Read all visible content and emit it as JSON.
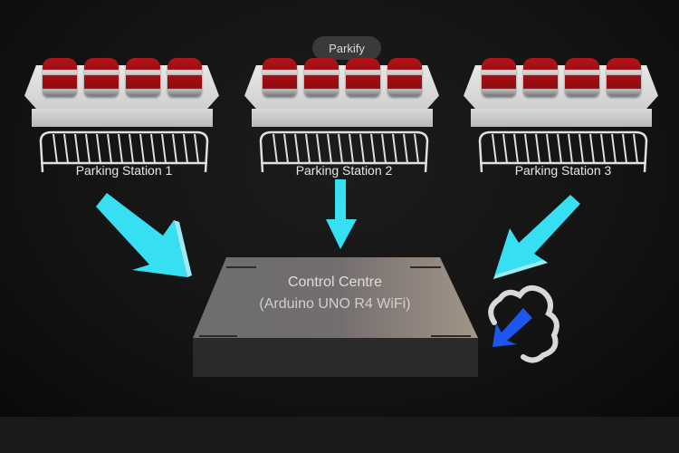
{
  "app": {
    "badge_label": "Parkify"
  },
  "stations": [
    {
      "label": "Parking Station 1",
      "cars": 4
    },
    {
      "label": "Parking Station 2",
      "cars": 4
    },
    {
      "label": "Parking Station 3",
      "cars": 4
    }
  ],
  "control_centre": {
    "title": "Control Centre",
    "subtitle": "(Arduino UNO R4 WiFi)"
  },
  "icons": {
    "arrow": "arrow-icon",
    "cloud": "cloud-sync-icon",
    "car": "car-icon",
    "fence": "fence-icon"
  },
  "colors": {
    "arrow": "#36E0F2",
    "cloud_arrow": "#1E56F0",
    "cloud_outline": "#D8D8D8",
    "car": "#A50F16",
    "platform": "#E0E0E0",
    "background": "#121212"
  }
}
